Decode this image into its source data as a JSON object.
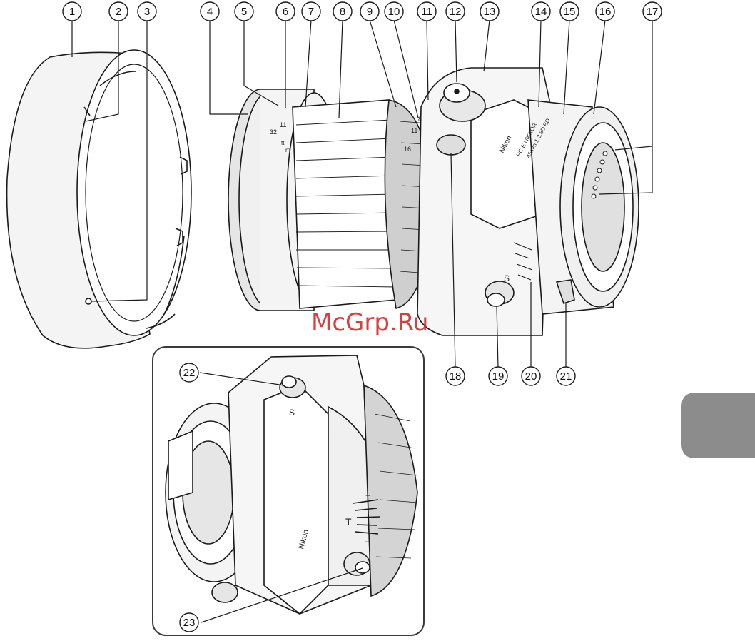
{
  "callouts": {
    "c1": "1",
    "c2": "2",
    "c3": "3",
    "c4": "4",
    "c5": "5",
    "c6": "6",
    "c7": "7",
    "c8": "8",
    "c9": "9",
    "c10": "10",
    "c11": "11",
    "c12": "12",
    "c13": "13",
    "c14": "14",
    "c15": "15",
    "c16": "16",
    "c17": "17",
    "c18": "18",
    "c19": "19",
    "c20": "20",
    "c21": "21",
    "c22": "22",
    "c23": "23"
  },
  "lens_markings": {
    "brand": "Nikon",
    "model_line1": "PC-E NIKKOR",
    "model_line2": "45mm 1:2.8D ED",
    "shift_mark": "S",
    "tilt_mark": "T",
    "plus": "+",
    "minus": "–",
    "aperture_scale": [
      "32",
      "11",
      "16",
      "11",
      "8"
    ],
    "distance_ft": "ft",
    "distance_m": "m"
  },
  "watermark": "McGrp.Ru",
  "colors": {
    "line": "#1a1a1a",
    "body_fill": "#f2f2f2",
    "shade": "#d9d9d9",
    "tab": "#8c8c8c",
    "watermark": "#d21e1e"
  }
}
